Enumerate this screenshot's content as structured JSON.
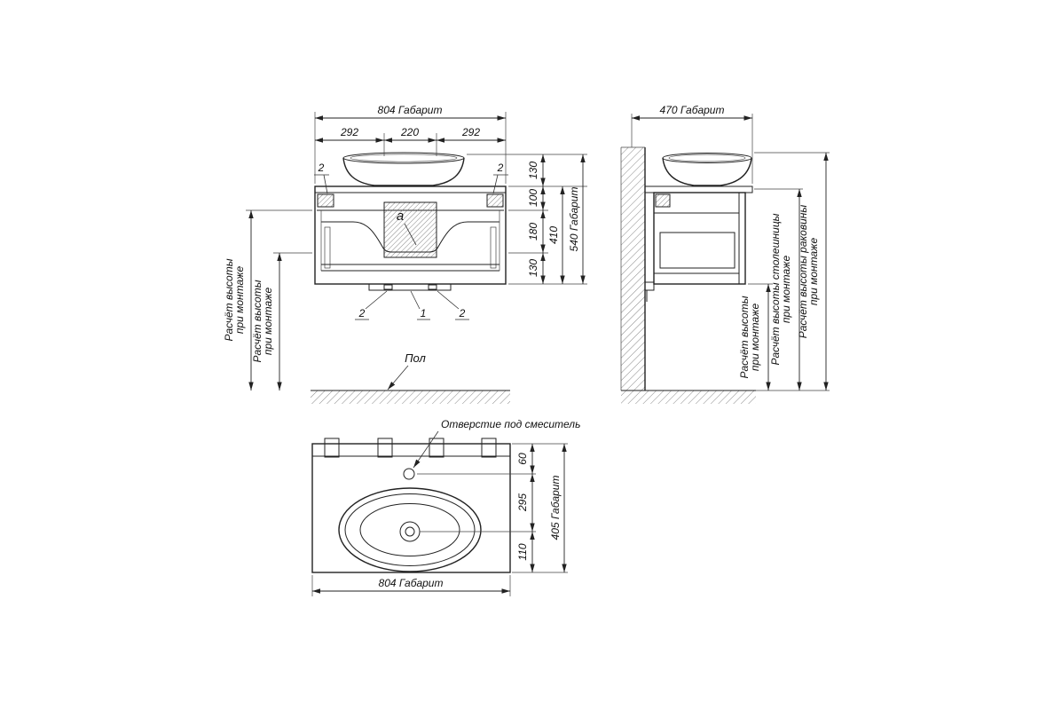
{
  "front": {
    "dim_width": "804 Габарит",
    "dim_w_left": "292",
    "dim_w_center": "220",
    "dim_w_right": "292",
    "dim_sink_h": "130",
    "dim_sec1": "100",
    "dim_sec2": "180",
    "dim_sec3": "130",
    "dim_cabinet_h": "410",
    "dim_total_h": "540 Габарит",
    "pos_bracket_left": "2",
    "pos_bracket_right": "2",
    "detail_a": "a",
    "pos_foot_left": "2",
    "pos_part_center": "1",
    "pos_foot_right": "2",
    "floor_label": "Пол",
    "note1_line1": "Расчёт высоты",
    "note1_line2": "при монтаже",
    "note2_line1": "Расчёт высоты",
    "note2_line2": "при монтаже"
  },
  "side": {
    "dim_depth": "470 Габарит",
    "note_mount_line1": "Расчёт высоты",
    "note_mount_line2": "при монтаже",
    "note_counter_line1": "Расчёт высоты столешницы",
    "note_counter_line2": "при монтаже",
    "note_sink_line1": "Расчёт высоты раковины",
    "note_sink_line2": "при монтаже"
  },
  "plan": {
    "label_faucet_hole": "Отверстие под смеситель",
    "dim_faucet_offset": "60",
    "dim_sink_center": "295",
    "dim_drain_offset": "110",
    "dim_depth": "405 Габарит",
    "dim_width": "804 Габарит"
  }
}
